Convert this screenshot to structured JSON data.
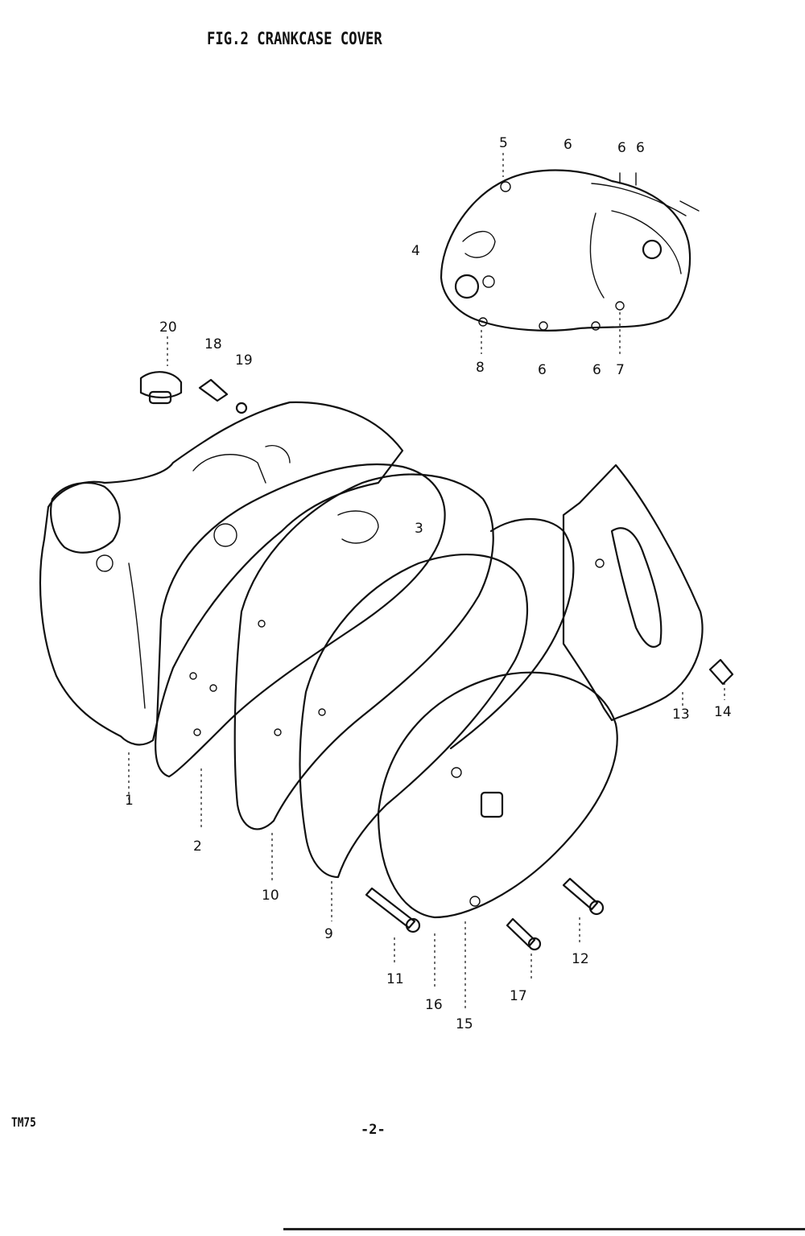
{
  "title": "FIG.2  CRANKCASE COVER",
  "model": "TM75",
  "page_number": "-2-",
  "callouts": {
    "c1": "1",
    "c2": "2",
    "c3": "3",
    "c4": "4",
    "c5": "5",
    "c6a": "6",
    "c6b": "6",
    "c6c": "6",
    "c6d": "6",
    "c6e": "6",
    "c7": "7",
    "c8": "8",
    "c9": "9",
    "c10": "10",
    "c11": "11",
    "c12": "12",
    "c13": "13",
    "c14": "14",
    "c15": "15",
    "c16": "16",
    "c17": "17",
    "c18": "18",
    "c19": "19",
    "c20": "20"
  }
}
